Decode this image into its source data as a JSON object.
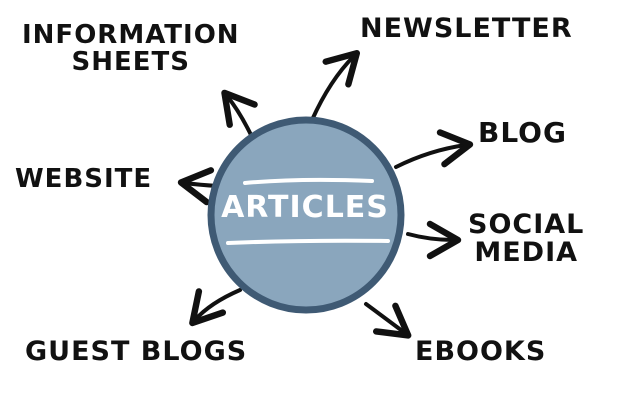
{
  "center": {
    "label": "ARTICLES"
  },
  "nodes": {
    "information_sheets": [
      "INFORMATION",
      "SHEETS"
    ],
    "newsletter": "NEWSLETTER",
    "blog": "BLOG",
    "website": "WEBSITE",
    "social_media": [
      "SOCIAL",
      "MEDIA"
    ],
    "guest_blogs": "GUEST BLOGS",
    "ebooks": "EBOOKS"
  },
  "colors": {
    "circle_fill": "#8AA6BD",
    "circle_stroke": "#3F5A74",
    "ink": "#111111",
    "underline": "#ffffff"
  }
}
